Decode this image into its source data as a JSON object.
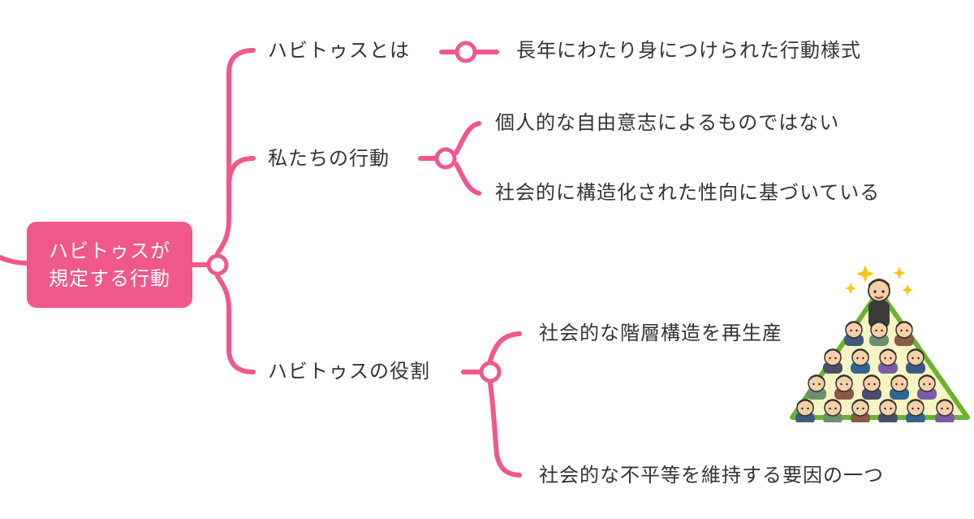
{
  "colors": {
    "accent": "#f0588a",
    "text": "#333333",
    "illustration_border": "#69b42f"
  },
  "root": {
    "line1": "ハビトゥスが",
    "line2": "規定する行動"
  },
  "branches": [
    {
      "label": "ハビトゥスとは",
      "children": [
        "長年にわたり身につけられた行動様式"
      ]
    },
    {
      "label": "私たちの行動",
      "children": [
        "個人的な自由意志によるものではない",
        "社会的に構造化された性向に基づいている"
      ]
    },
    {
      "label": "ハビトゥスの役割",
      "children": [
        "社会的な階層構造を再生産",
        "社会的な不平等を維持する要因の一つ"
      ]
    }
  ],
  "illustration": {
    "icon": "people-pyramid-icon"
  }
}
